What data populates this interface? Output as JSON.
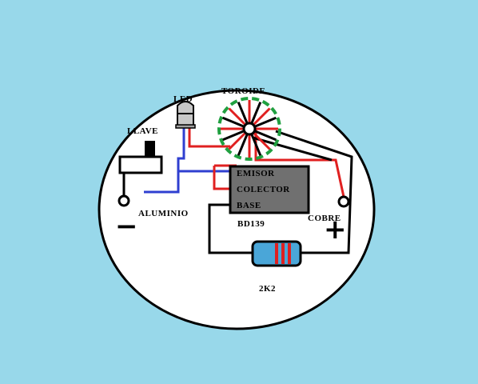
{
  "labels": {
    "toroide": "TOROIDE",
    "led": "LED",
    "llave": "LLAVE",
    "emisor": "EMISOR",
    "colector": "COLECTOR",
    "base": "BASE",
    "bd139": "BD139",
    "aluminio": "ALUMINIO",
    "cobre": "COBRE",
    "resistor": "2K2",
    "minus": "−",
    "plus": "+"
  },
  "colors": {
    "background": "#98d8ea",
    "board": "#ffffff",
    "wire_red": "#e02020",
    "wire_blue": "#2f3fd0",
    "wire_black": "#000000",
    "toroid_green": "#20a040",
    "toroid_red": "#e02020",
    "transistor_body": "#707070",
    "resistor_body": "#4aa6d8",
    "resistor_band": "#e02020",
    "led_body": "#c8c8c8"
  }
}
